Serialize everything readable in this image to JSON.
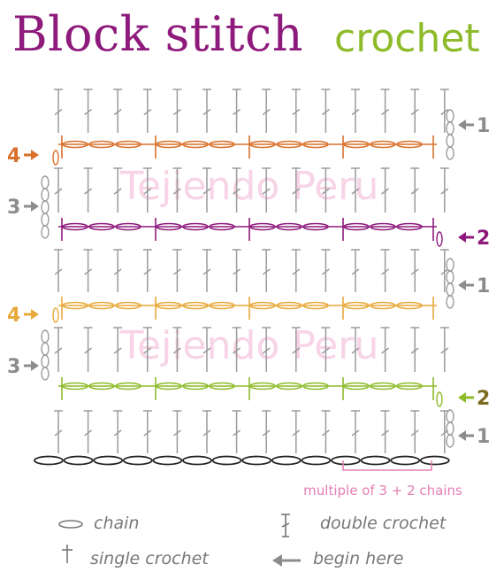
{
  "title": "Block stitch",
  "subtitle": "crochet",
  "watermark": "Tejiendo Peru",
  "note": "multiple of 3 + 2 chains",
  "legend": {
    "chain": "chain",
    "double_crochet": "double crochet",
    "single_crochet": "single crochet",
    "begin_here": "begin here"
  },
  "row_markers": [
    {
      "row": 1,
      "label": "1",
      "side": "right",
      "color": "#8c8c8c"
    },
    {
      "row": 2,
      "label": "2",
      "side": "right",
      "color": "#7b6b1e",
      "arrow_color": "#8dbb2a"
    },
    {
      "row": 3,
      "label": "3",
      "side": "left",
      "color": "#8c8c8c"
    },
    {
      "row": 4,
      "label": "4",
      "side": "left",
      "color": "#e8a93a"
    },
    {
      "row": 1,
      "label": "1",
      "side": "right",
      "color": "#8c8c8c"
    },
    {
      "row": 2,
      "label": "2",
      "side": "right",
      "color": "#8e1a7c"
    },
    {
      "row": 3,
      "label": "3",
      "side": "left",
      "color": "#8c8c8c"
    },
    {
      "row": 4,
      "label": "4",
      "side": "left",
      "color": "#d9702b"
    },
    {
      "row": 1,
      "label": "1",
      "side": "right",
      "color": "#8c8c8c"
    }
  ],
  "colors": {
    "title": "#8e1a7c",
    "subtitle": "#8dbb2a",
    "gray_stitch": "#9a9a9a",
    "orange": "#d9702b",
    "purple": "#8e1a7c",
    "yellow": "#e8a93a",
    "green": "#8dbb2a",
    "foundation": "#222222",
    "note": "#e27fb4",
    "watermark": "#f4c6dd"
  }
}
